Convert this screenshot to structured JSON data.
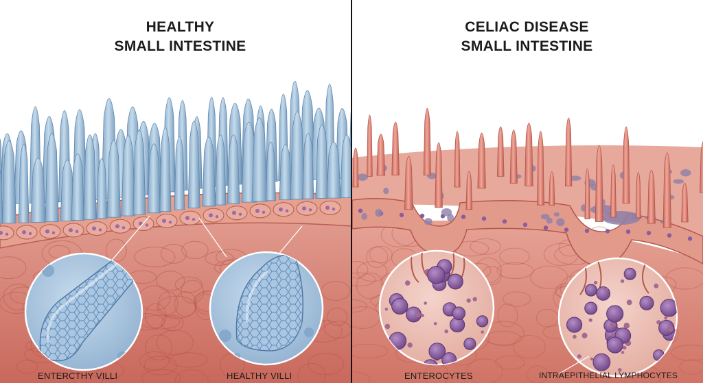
{
  "left_panel": {
    "title_line1": "HEALTHY",
    "title_line2": "SMALL INTESTINE",
    "label_left": "ENTERCTHY VILLI",
    "label_right": "HEALTHY VILLI",
    "villi_color": "#9fbfd8",
    "tissue_color": "#d9857a"
  },
  "right_panel": {
    "title_line1": "CELIAC DISEASE",
    "title_line2": "SMALL INTESTINE",
    "label_left": "ENTEROCYTES",
    "label_right": "INTRAEPITHELIAL LYMPHOCYTES",
    "villi_color": "#dd7e72",
    "cell_color": "#8a5d9e"
  },
  "divider_color": "#111111"
}
